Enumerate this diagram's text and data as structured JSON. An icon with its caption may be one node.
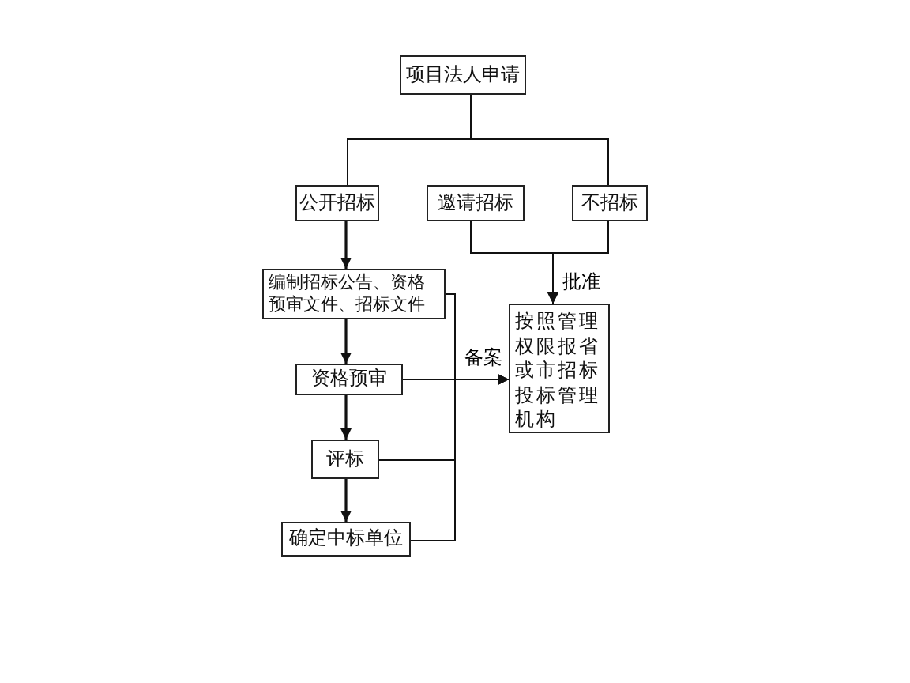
{
  "diagram": {
    "nodes": [
      {
        "text": [
          "项目法人申请"
        ]
      },
      {
        "text": [
          "公开招标"
        ]
      },
      {
        "text": [
          "邀请招标"
        ]
      },
      {
        "text": [
          "不招标"
        ]
      },
      {
        "text": [
          "编制招标公告、资格预审文件、招标文件"
        ]
      },
      {
        "text": [
          "按照管理权限报省或市招标投标管理机构"
        ]
      },
      {
        "text": [
          "资格预审"
        ]
      },
      {
        "text": [
          "评标"
        ]
      },
      {
        "text": [
          "确定中标单位"
        ]
      }
    ],
    "edges": [
      {
        "from": 0,
        "to": 1,
        "arrow": "none"
      },
      {
        "from": 0,
        "to": 3,
        "arrow": "none"
      },
      {
        "from": 1,
        "to": 4,
        "arrow": "to"
      },
      {
        "from": 2,
        "to": 5,
        "arrow": "to",
        "label": "批准"
      },
      {
        "from": 3,
        "to": 5,
        "arrow": "to"
      },
      {
        "from": 4,
        "to": 6,
        "arrow": "to"
      },
      {
        "from": 6,
        "to": 5,
        "arrow": "to",
        "label": "备案"
      },
      {
        "from": 4,
        "to": 5,
        "arrow": "to"
      },
      {
        "from": 7,
        "to": 5,
        "arrow": "to"
      },
      {
        "from": 8,
        "to": 5,
        "arrow": "to"
      },
      {
        "from": 6,
        "to": 7,
        "arrow": "to"
      },
      {
        "from": 7,
        "to": 8,
        "arrow": "to"
      }
    ]
  }
}
